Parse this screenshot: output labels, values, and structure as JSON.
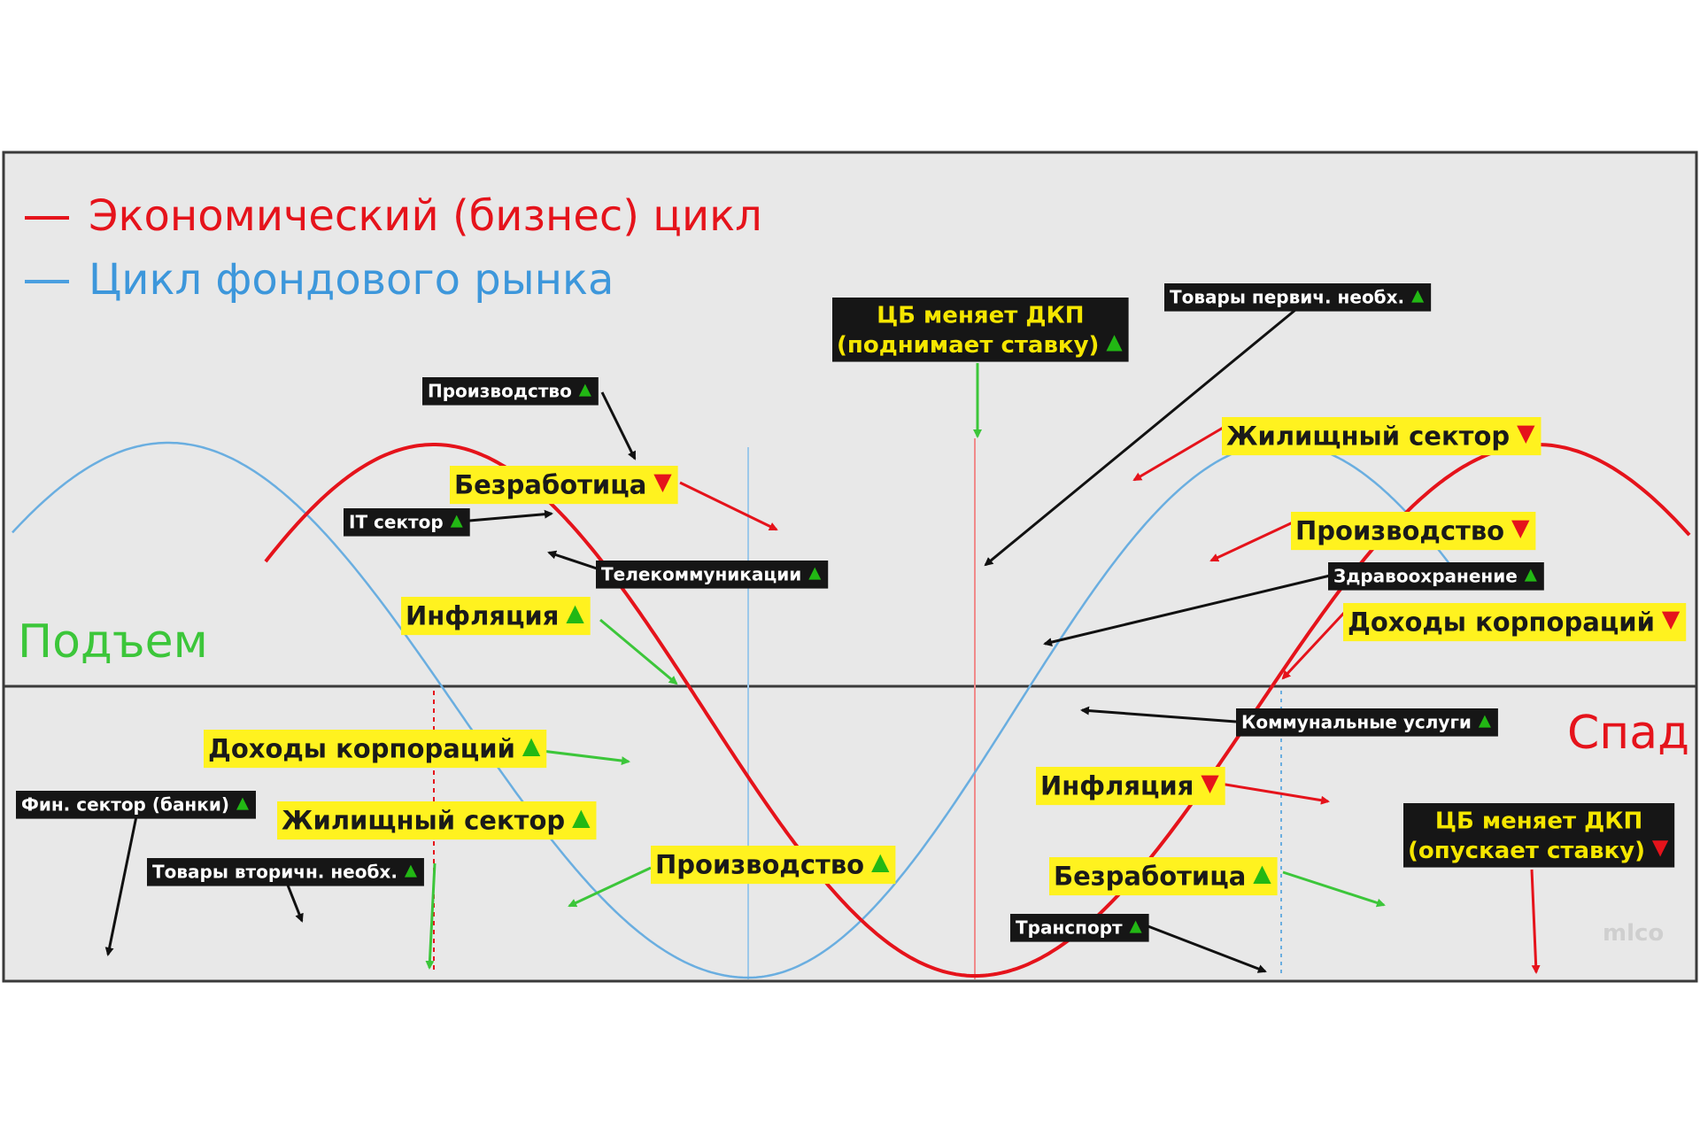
{
  "legend": {
    "business_cycle": "Экономический (бизнес) цикл",
    "market_cycle": "Цикл фондового рынка"
  },
  "phases": {
    "rise": "Подъем",
    "fall": "Спад"
  },
  "watermark": "mlco",
  "colors": {
    "business": "#e5131b",
    "market": "#6aaee0",
    "rise": "#3cc63a",
    "fall": "#e5131b",
    "panel": "#e8e8e8",
    "yellow": "#fff21f",
    "dark": "#161616",
    "arrow_green": "#3cc63a",
    "arrow_red": "#e5131b",
    "arrow_black": "#111111",
    "up": "#22b814",
    "down": "#e5131b"
  },
  "labels": [
    {
      "id": "prod-top",
      "style": "dark",
      "text": "Производство",
      "dir": "up"
    },
    {
      "id": "unemp-top",
      "style": "yellow",
      "text": "Безработица",
      "dir": "down"
    },
    {
      "id": "it",
      "style": "dark",
      "text": "IT сектор",
      "dir": "up"
    },
    {
      "id": "telecom",
      "style": "dark",
      "text": "Телекоммуникации",
      "dir": "up"
    },
    {
      "id": "infl-left",
      "style": "yellow",
      "text": "Инфляция",
      "dir": "up"
    },
    {
      "id": "corp-left",
      "style": "yellow",
      "text": "Доходы корпораций",
      "dir": "up"
    },
    {
      "id": "fin",
      "style": "dark",
      "text": "Фин. сектор (банки)",
      "dir": "up"
    },
    {
      "id": "housing-left",
      "style": "yellow",
      "text": "Жилищный сектор",
      "dir": "up"
    },
    {
      "id": "secondary",
      "style": "dark",
      "text": "Товары вторичн. необх.",
      "dir": "up"
    },
    {
      "id": "prod-bottom",
      "style": "yellow",
      "text": "Производство",
      "dir": "up"
    },
    {
      "id": "cb-up",
      "style": "boxdark",
      "lines": [
        "ЦБ меняет ДКП",
        "(поднимает ставку)"
      ],
      "dir": "up"
    },
    {
      "id": "primary",
      "style": "dark",
      "text": "Товары первич. необх.",
      "dir": "up"
    },
    {
      "id": "housing-right",
      "style": "yellow",
      "text": "Жилищный сектор",
      "dir": "down"
    },
    {
      "id": "prod-right",
      "style": "yellow",
      "text": "Производство",
      "dir": "down"
    },
    {
      "id": "health",
      "style": "dark",
      "text": "Здравоохранение",
      "dir": "up"
    },
    {
      "id": "corp-right",
      "style": "yellow",
      "text": "Доходы корпораций",
      "dir": "down"
    },
    {
      "id": "utilities",
      "style": "dark",
      "text": "Коммунальные услуги",
      "dir": "up"
    },
    {
      "id": "infl-right",
      "style": "yellow",
      "text": "Инфляция",
      "dir": "down"
    },
    {
      "id": "unemp-right",
      "style": "yellow",
      "text": "Безработица",
      "dir": "up"
    },
    {
      "id": "transport",
      "style": "dark",
      "text": "Транспорт",
      "dir": "up"
    },
    {
      "id": "cb-down",
      "style": "boxdark",
      "lines": [
        "ЦБ меняет ДКП",
        "(опускает ставку)"
      ],
      "dir": "down"
    }
  ]
}
